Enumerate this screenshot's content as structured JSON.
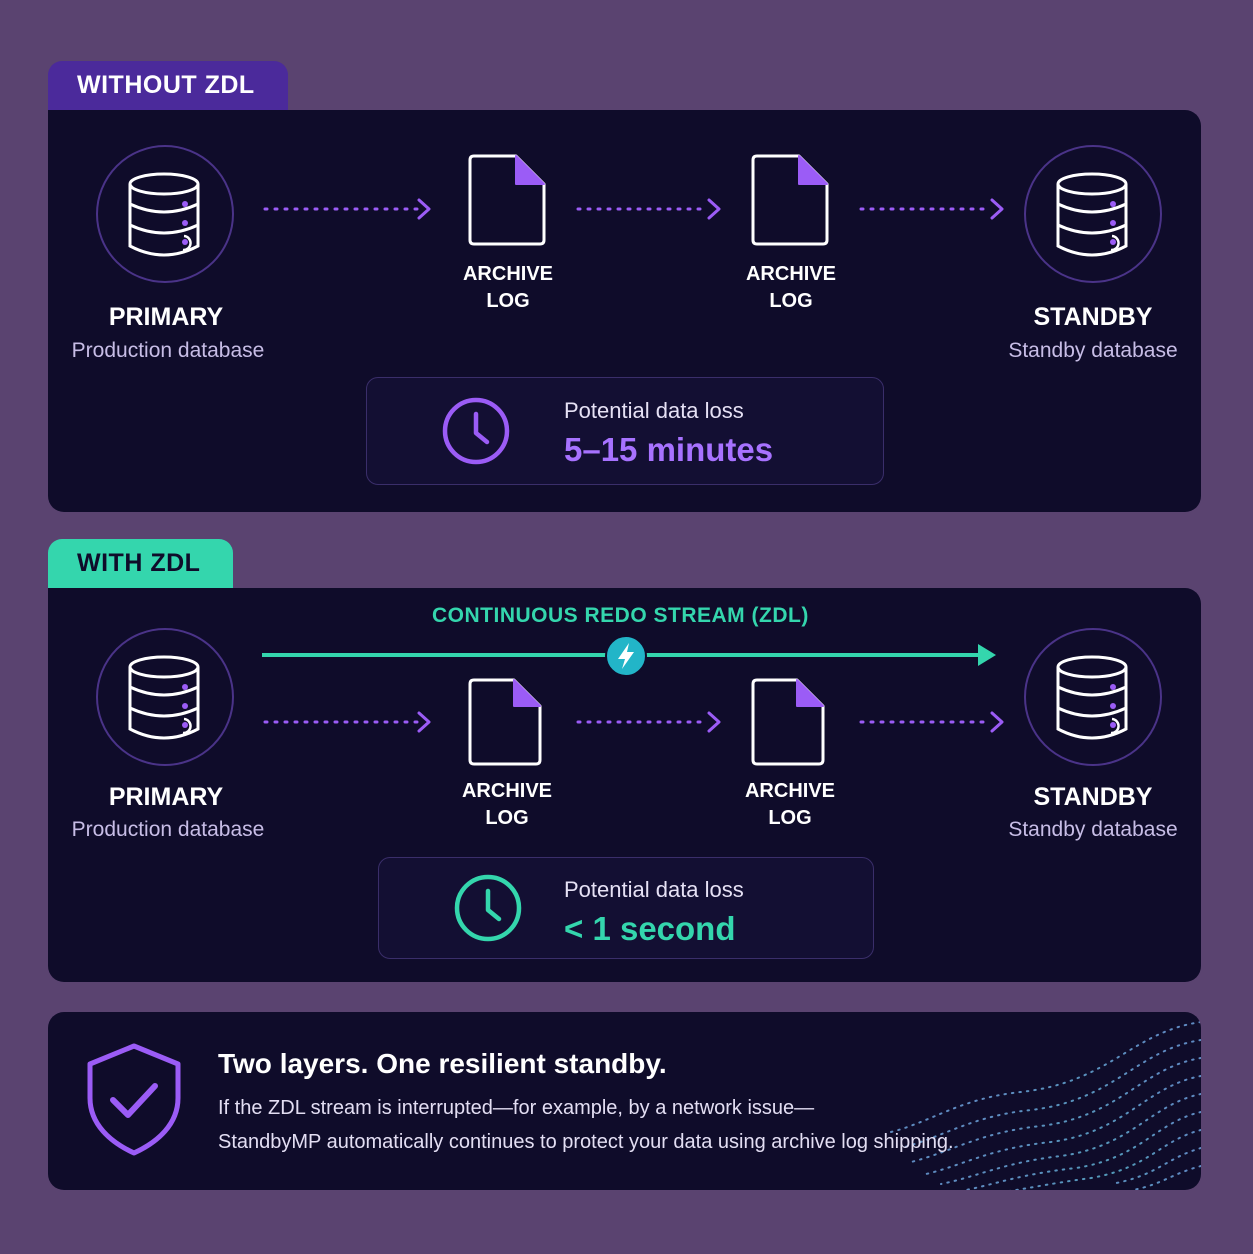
{
  "colors": {
    "background": "#5a4370",
    "panel": "#0f0c2a",
    "purple_accent": "#9b5cf6",
    "teal_accent": "#34d6ad"
  },
  "without": {
    "tab_label": "WITHOUT ZDL",
    "primary": {
      "title": "PRIMARY",
      "subtitle": "Production database",
      "icon": "database-icon"
    },
    "archive_log_1": {
      "line1": "ARCHIVE",
      "line2": "LOG",
      "icon": "document-icon"
    },
    "archive_log_2": {
      "line1": "ARCHIVE",
      "line2": "LOG",
      "icon": "document-icon"
    },
    "standby": {
      "title": "STANDBY",
      "subtitle": "Standby database",
      "icon": "database-icon"
    },
    "loss": {
      "label": "Potential data loss",
      "value": "5–15 minutes",
      "icon": "clock-icon"
    }
  },
  "with": {
    "tab_label": "WITH ZDL",
    "stream_label": "CONTINUOUS REDO STREAM (ZDL)",
    "stream_icon": "lightning-icon",
    "primary": {
      "title": "PRIMARY",
      "subtitle": "Production database",
      "icon": "database-icon"
    },
    "archive_log_1": {
      "line1": "ARCHIVE",
      "line2": "LOG",
      "icon": "document-icon"
    },
    "archive_log_2": {
      "line1": "ARCHIVE",
      "line2": "LOG",
      "icon": "document-icon"
    },
    "standby": {
      "title": "STANDBY",
      "subtitle": "Standby database",
      "icon": "database-icon"
    },
    "loss": {
      "label": "Potential data loss",
      "value": "< 1 second",
      "icon": "clock-icon"
    }
  },
  "footer": {
    "icon": "shield-check-icon",
    "title": "Two layers. One resilient standby.",
    "line1": "If the ZDL stream is interrupted—for example, by a network issue—",
    "line2": "StandbyMP automatically continues to protect your data using archive log shipping."
  }
}
